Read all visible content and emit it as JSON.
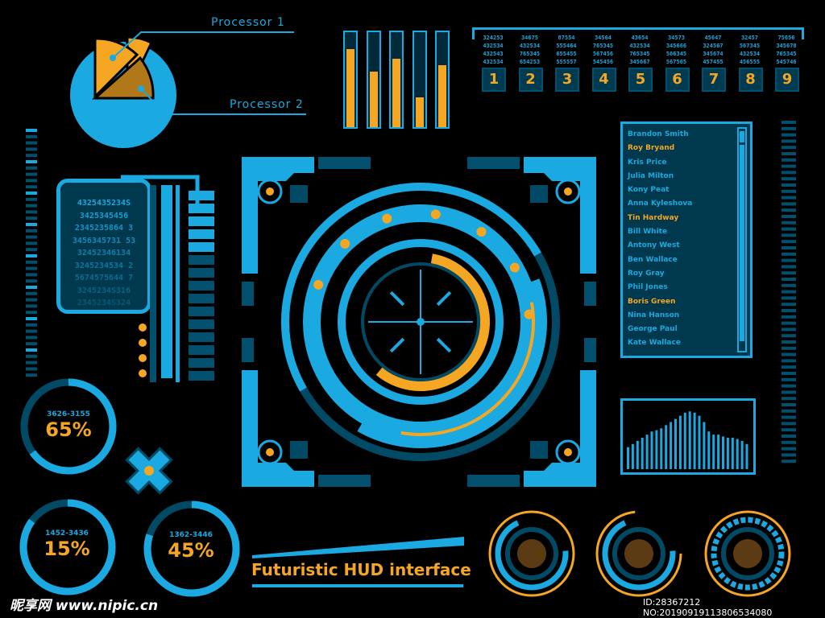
{
  "pie": {
    "label1": "Processor 1",
    "label2": "Processor 2"
  },
  "bars": [
    0.9,
    0.64,
    0.79,
    0.34,
    0.71
  ],
  "header_columns": [
    {
      "lines": [
        "324253",
        "432534",
        "432543",
        "432534"
      ],
      "num": "1"
    },
    {
      "lines": [
        "34675",
        "432534",
        "765345",
        "654253"
      ],
      "num": "2"
    },
    {
      "lines": [
        "87554",
        "555464",
        "655455",
        "555557"
      ],
      "num": "3"
    },
    {
      "lines": [
        "34564",
        "765345",
        "567456",
        "545456"
      ],
      "num": "4"
    },
    {
      "lines": [
        "43654",
        "432534",
        "765345",
        "345667"
      ],
      "num": "5"
    },
    {
      "lines": [
        "34573",
        "345666",
        "566345",
        "567565"
      ],
      "num": "6"
    },
    {
      "lines": [
        "45647",
        "324567",
        "345674",
        "457455"
      ],
      "num": "7"
    },
    {
      "lines": [
        "32457",
        "567345",
        "432534",
        "456555"
      ],
      "num": "8"
    },
    {
      "lines": [
        "75656",
        "345678",
        "765345",
        "545746"
      ],
      "num": "9"
    }
  ],
  "codes": [
    "4325435234S",
    "3425345456",
    "2345235864 3",
    "3456345731 53",
    "32452346134",
    "3245234534 2",
    "5674575644 7",
    "3245234S316",
    "2345234S324"
  ],
  "names": [
    {
      "name": "Brandon Smith",
      "hl": false
    },
    {
      "name": "Roy Bryand",
      "hl": true
    },
    {
      "name": "Kris Price",
      "hl": false
    },
    {
      "name": "Julia Milton",
      "hl": false
    },
    {
      "name": "Kony Peat",
      "hl": false
    },
    {
      "name": "Anna Kyleshova",
      "hl": false
    },
    {
      "name": "Tin Hardway",
      "hl": true
    },
    {
      "name": "Bill White",
      "hl": false
    },
    {
      "name": "Antony West",
      "hl": false
    },
    {
      "name": "Ben Wallace",
      "hl": false
    },
    {
      "name": "Roy Gray",
      "hl": false
    },
    {
      "name": "Phil Jones",
      "hl": false
    },
    {
      "name": "Boris Green",
      "hl": true
    },
    {
      "name": "Nina Hanson",
      "hl": false
    },
    {
      "name": "George Paul",
      "hl": false
    },
    {
      "name": "Kate Wallace",
      "hl": false
    }
  ],
  "gauges": [
    {
      "range": "3626-3155",
      "percent": "65%",
      "value": 65
    },
    {
      "range": "1452-3436",
      "percent": "15%",
      "value": 85
    },
    {
      "range": "1362-3446",
      "percent": "45%",
      "value": 80
    }
  ],
  "wave": [
    0.35,
    0.4,
    0.45,
    0.5,
    0.55,
    0.6,
    0.62,
    0.65,
    0.7,
    0.75,
    0.8,
    0.85,
    0.9,
    0.92,
    0.9,
    0.85,
    0.75,
    0.6,
    0.55,
    0.55,
    0.52,
    0.5,
    0.5,
    0.48,
    0.45,
    0.4
  ],
  "title": "Futuristic HUD interface",
  "watermark": {
    "left": "昵享网 www.nipic.cn",
    "right": "ID:28367212 NO:20190919113806534080"
  },
  "colors": {
    "cyan": "#1aa9e0",
    "orange": "#f5a623",
    "dark": "#00384e"
  }
}
